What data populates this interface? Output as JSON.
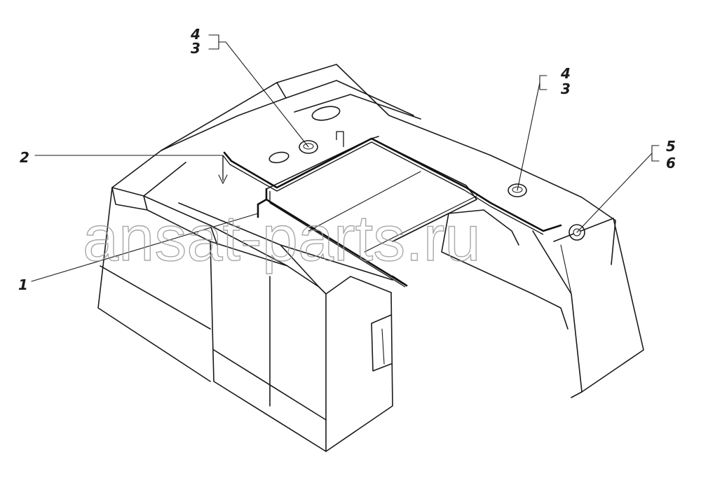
{
  "watermark": "ansat-parts.ru",
  "callouts": {
    "c4a": "4",
    "c3a": "3",
    "c4b": "4",
    "c3b": "3",
    "c5": "5",
    "c6": "6",
    "c2": "2",
    "c1": "1"
  }
}
